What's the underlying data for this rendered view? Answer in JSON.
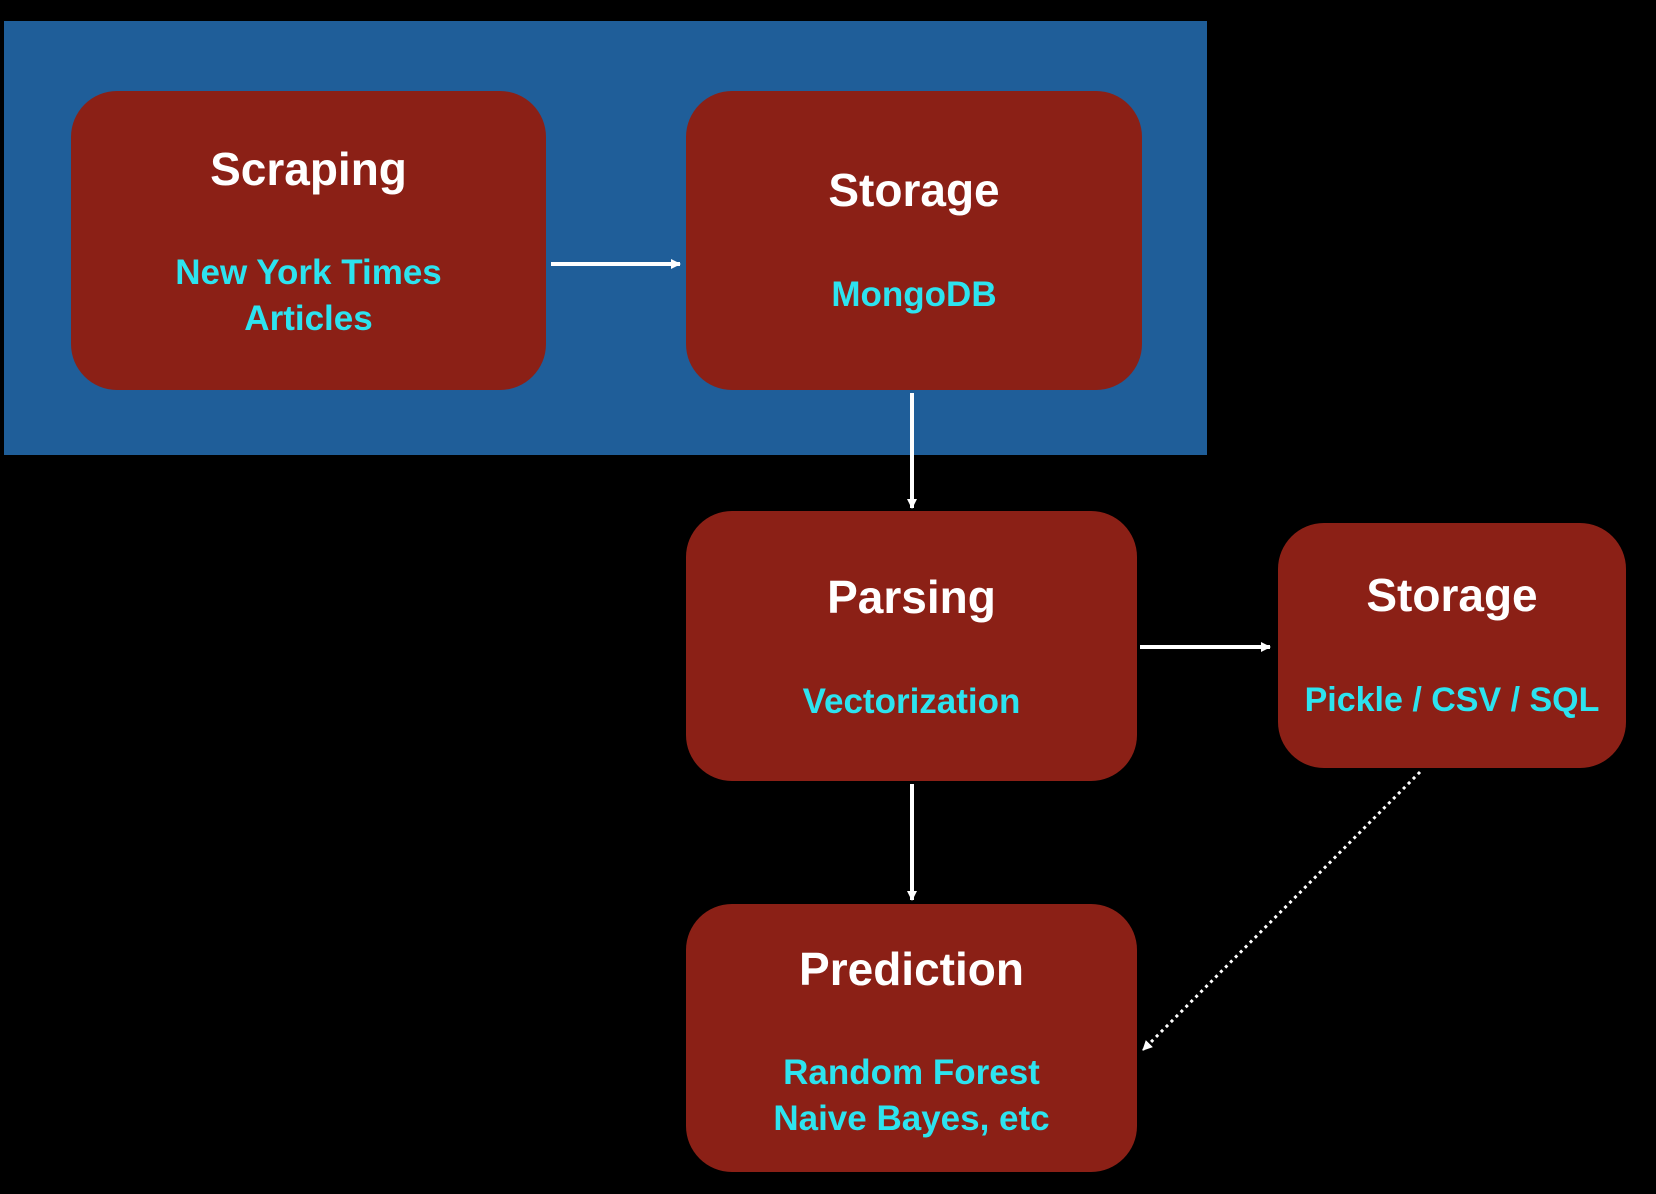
{
  "diagram": {
    "nodes": [
      {
        "id": "scraping",
        "title": "Scraping",
        "subtitle_lines": [
          "New York Times",
          "Articles"
        ]
      },
      {
        "id": "storage-db",
        "title": "Storage",
        "subtitle_lines": [
          "MongoDB"
        ]
      },
      {
        "id": "parsing",
        "title": "Parsing",
        "subtitle_lines": [
          "Vectorization"
        ]
      },
      {
        "id": "storage-files",
        "title": "Storage",
        "subtitle_lines": [
          "Pickle / CSV / SQL"
        ]
      },
      {
        "id": "prediction",
        "title": "Prediction",
        "subtitle_lines": [
          "Random Forest",
          "Naive Bayes, etc"
        ]
      }
    ],
    "edges": [
      {
        "from": "scraping",
        "to": "storage-db",
        "style": "solid"
      },
      {
        "from": "storage-db",
        "to": "parsing",
        "style": "solid"
      },
      {
        "from": "parsing",
        "to": "storage-files",
        "style": "solid"
      },
      {
        "from": "parsing",
        "to": "prediction",
        "style": "solid"
      },
      {
        "from": "storage-files",
        "to": "prediction",
        "style": "dotted"
      }
    ],
    "colors": {
      "background": "#000000",
      "group_panel": "#1f5e99",
      "node_fill": "#8b2016",
      "title_text": "#ffffff",
      "subtitle_text": "#2de3ef",
      "connector": "#ffffff"
    }
  }
}
